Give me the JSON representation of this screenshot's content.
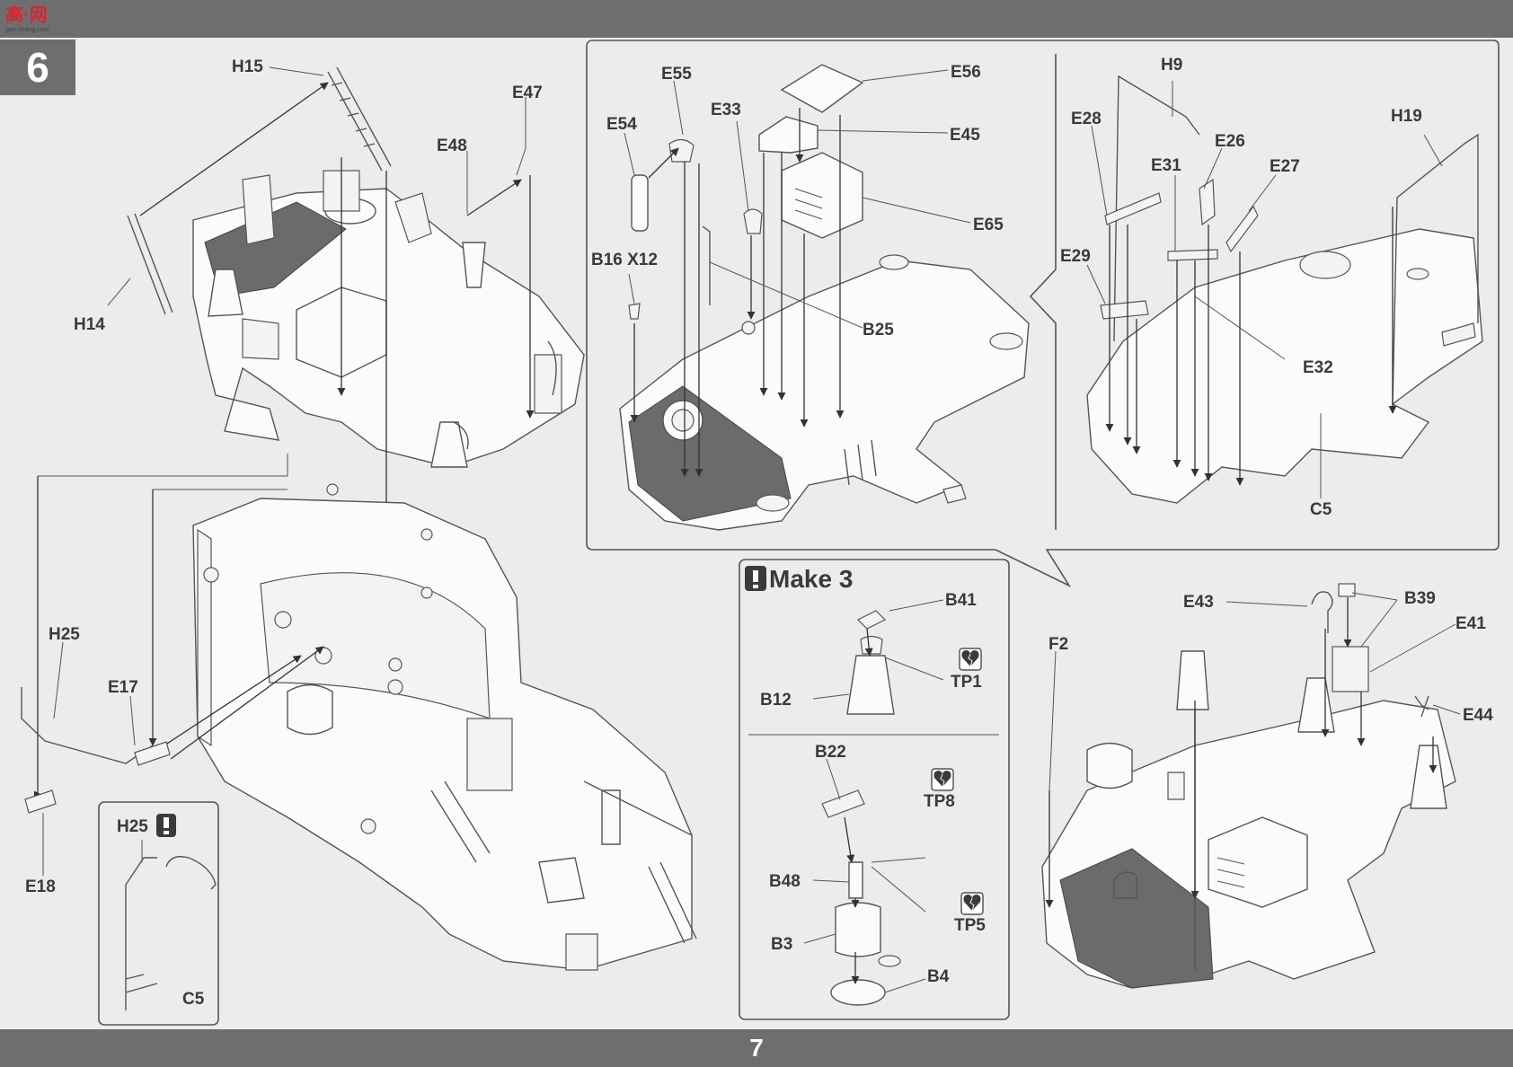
{
  "header": {
    "logo_text": "高·网",
    "logo_sub": "gao-shang.com"
  },
  "step": {
    "number": "6"
  },
  "page": {
    "number": "7"
  },
  "callouts": {
    "make3": "Make 3",
    "h25_warn": "H25"
  },
  "labels": {
    "H15": "H15",
    "E47": "E47",
    "E48": "E48",
    "H14": "H14",
    "E55": "E55",
    "E54": "E54",
    "E33": "E33",
    "E56": "E56",
    "E45": "E45",
    "E65": "E65",
    "B16X12": "B16 X12",
    "B25": "B25",
    "H9": "H9",
    "E28": "E28",
    "E26": "E26",
    "E31": "E31",
    "E27": "E27",
    "H19": "H19",
    "E29": "E29",
    "E32": "E32",
    "C5_top": "C5",
    "H25": "H25",
    "E17": "E17",
    "E18": "E18",
    "C5_inset": "C5",
    "B41": "B41",
    "TP1": "TP1",
    "B12": "B12",
    "B22": "B22",
    "TP8": "TP8",
    "B48": "B48",
    "TP5": "TP5",
    "B3": "B3",
    "B4": "B4",
    "E43": "E43",
    "B39": "B39",
    "E41": "E41",
    "E44": "E44",
    "F2": "F2"
  },
  "icons": [
    "warning-icon",
    "broken-heart-icon"
  ]
}
